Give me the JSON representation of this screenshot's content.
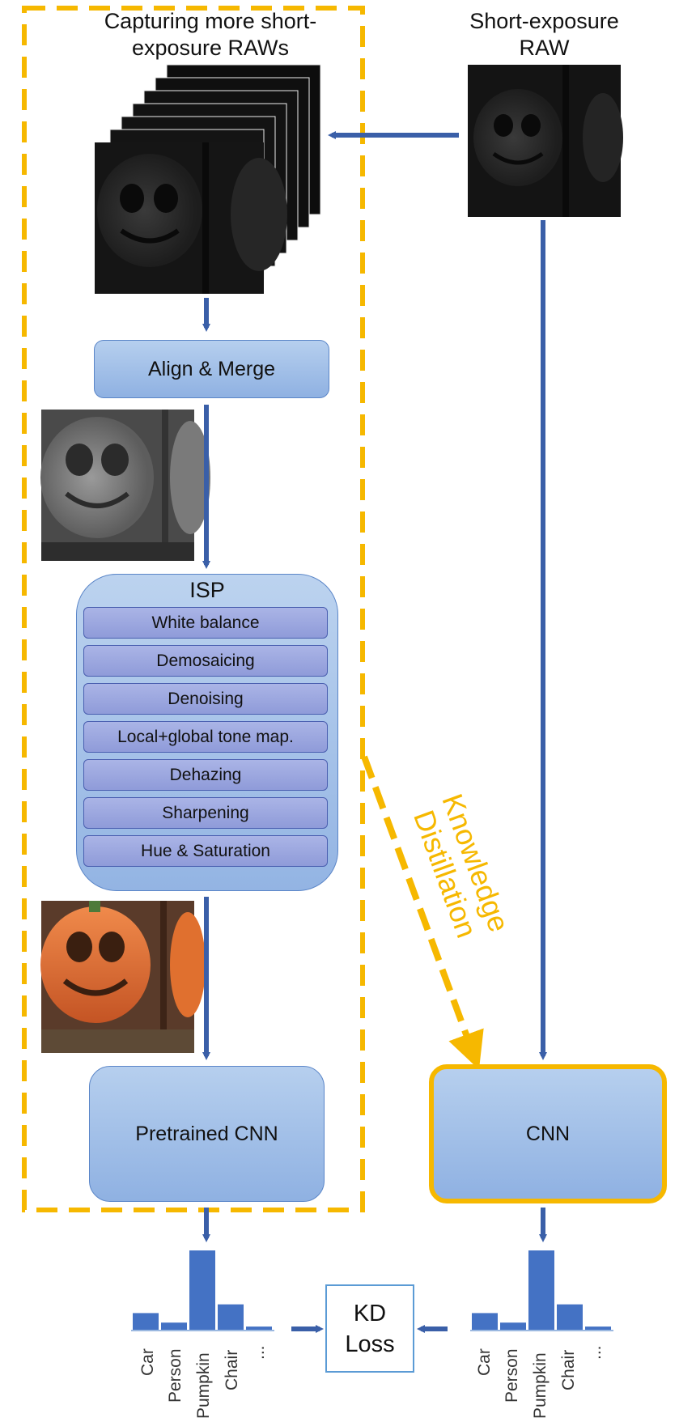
{
  "titles": {
    "capture": "Capturing more short-exposure RAWs",
    "capture_line1": "Capturing more short-",
    "capture_line2": "exposure RAWs",
    "short_raw_line1": "Short-exposure",
    "short_raw_line2": "RAW"
  },
  "align_merge": "Align & Merge",
  "isp": {
    "title": "ISP",
    "steps": [
      "White balance",
      "Demosaicing",
      "Denoising",
      "Local+global tone map.",
      "Dehazing",
      "Sharpening",
      "Hue & Saturation"
    ]
  },
  "pretrained_cnn": "Pretrained CNN",
  "cnn": "CNN",
  "knowledge_distillation": {
    "line1": "Knowledge",
    "line2": "Distillation"
  },
  "kd_loss": {
    "line1": "KD",
    "line2": "Loss"
  },
  "histogram": {
    "categories": [
      "Car",
      "Person",
      "Pumpkin",
      "Chair",
      "..."
    ],
    "values": [
      0.21,
      0.09,
      1.0,
      0.32,
      0.04
    ]
  },
  "colors": {
    "arrow": "#3a5fa8",
    "accent_yellow": "#f6b800",
    "bar": "#4472c4"
  },
  "icons": {
    "raw_stack": "dark-pumpkin-raw-stack",
    "raw_single": "dark-pumpkin-raw",
    "merged": "gray-pumpkin-merged",
    "processed": "orange-pumpkin-rgb"
  }
}
